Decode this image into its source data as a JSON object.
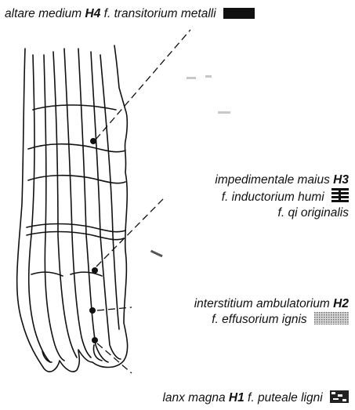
{
  "points": [
    {
      "id": "H4",
      "name": "altare medium",
      "code": "H4",
      "line2": "f. transitorium metalli",
      "icon": "solid-black-swatch-icon"
    },
    {
      "id": "H3",
      "name": "impedimentale maius",
      "code": "H3",
      "line2": "f. inductorium humi",
      "line3": "f. qi originalis",
      "icon": "striped-swatch-icon"
    },
    {
      "id": "H2",
      "name": "interstitium ambulatorium",
      "code": "H2",
      "line2": "f. effusorium ignis",
      "icon": "dotted-gray-swatch-icon"
    },
    {
      "id": "H1",
      "name": "lanx magna",
      "code": "H1",
      "line2": "f. puteale ligni",
      "icon": "mottled-swatch-icon"
    }
  ],
  "colors": {
    "ink": "#111111",
    "background": "#ffffff",
    "gray_swatch": "#9a9a9a"
  }
}
